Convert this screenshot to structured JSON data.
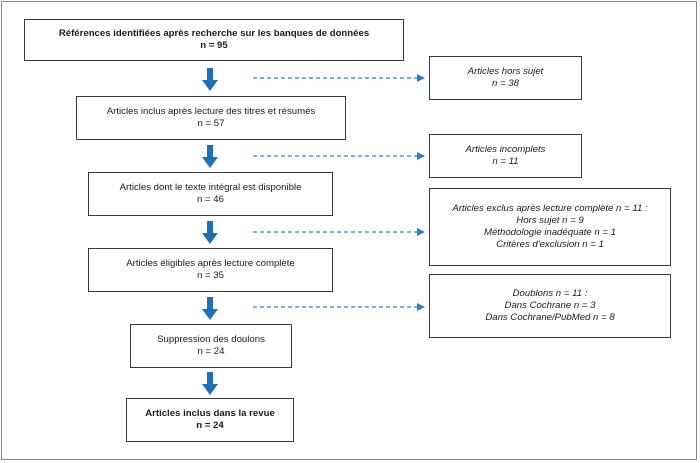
{
  "main_steps": [
    {
      "title": "Références identifiées après recherche sur les banques de données",
      "count": "n = 95"
    },
    {
      "title": "Articles inclus après lecture des titres et résumés",
      "count": "n = 57"
    },
    {
      "title": "Articles dont le texte intégral est disponible",
      "count": "n = 46"
    },
    {
      "title": "Articles éligibles après lecture complète",
      "count": "n = 35"
    },
    {
      "title": "Suppression des doulons",
      "count": "n = 24"
    },
    {
      "title": "Articles inclus dans la revue",
      "count": "n = 24"
    }
  ],
  "exclusions": [
    {
      "lines": [
        "Articles hors sujet",
        "n = 38"
      ]
    },
    {
      "lines": [
        "Articles incomplets",
        "n = 11"
      ]
    },
    {
      "lines": [
        "Articles exclus après lecture complète n = 11 :",
        "Hors sujet n = 9",
        "Méthodologie inadéquate n = 1",
        "Critères d'exclusion n = 1"
      ]
    },
    {
      "lines": [
        "Doublons n = 11 :",
        "Dans Cochrane n = 3",
        "Dans Cochrane/PubMed n = 8"
      ]
    }
  ],
  "colors": {
    "arrow": "#1f6fb5",
    "dashed_arrow": "#2a7fd0",
    "border": "#3a3a3a"
  }
}
